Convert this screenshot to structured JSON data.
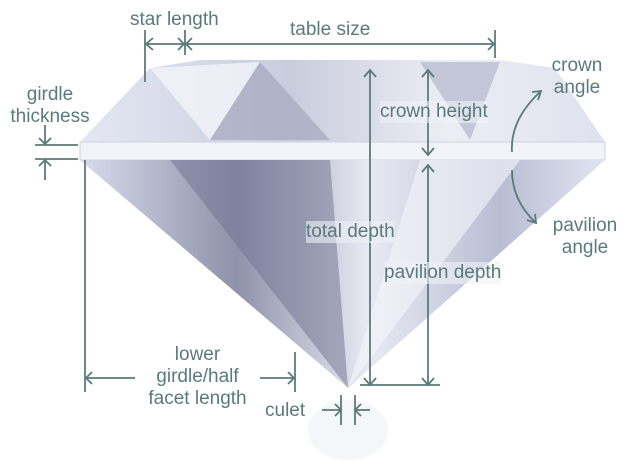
{
  "title": "Diamond anatomy",
  "labels": {
    "star_length": "star length",
    "table_size": "table size",
    "girdle_thickness": [
      "girdle",
      "thickness"
    ],
    "crown_height": "crown height",
    "crown_angle": [
      "crown",
      "angle"
    ],
    "total_depth": "total depth",
    "pavilion_angle": [
      "pavilion",
      "angle"
    ],
    "pavilion_depth": "pavilion depth",
    "lower_girdle": [
      "lower",
      "girdle/half",
      "facet length"
    ],
    "culet": "culet"
  },
  "colors": {
    "label": "#5b7a7a",
    "diamond_light": "#eef0f8",
    "diamond_dark": "#7b7f96"
  }
}
